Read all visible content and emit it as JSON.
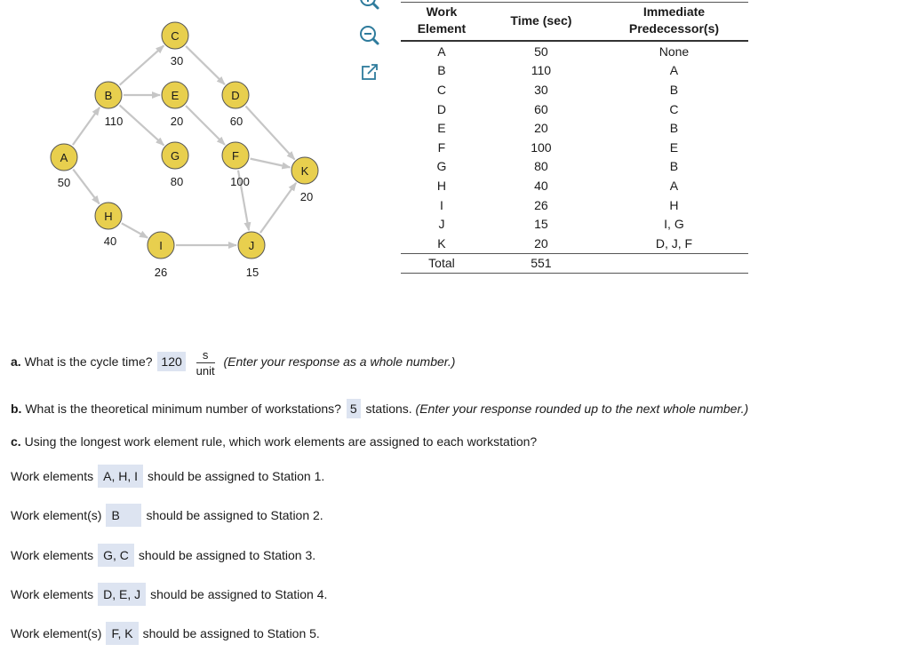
{
  "diagram": {
    "nodes": [
      {
        "id": "A",
        "time": "50"
      },
      {
        "id": "B",
        "time": "110"
      },
      {
        "id": "C",
        "time": "30"
      },
      {
        "id": "D",
        "time": "60"
      },
      {
        "id": "E",
        "time": "20"
      },
      {
        "id": "F",
        "time": "100"
      },
      {
        "id": "G",
        "time": "80"
      },
      {
        "id": "H",
        "time": "40"
      },
      {
        "id": "I",
        "time": "26"
      },
      {
        "id": "J",
        "time": "15"
      },
      {
        "id": "K",
        "time": "20"
      }
    ],
    "edges": [
      [
        "A",
        "B"
      ],
      [
        "A",
        "H"
      ],
      [
        "B",
        "C"
      ],
      [
        "B",
        "E"
      ],
      [
        "B",
        "G"
      ],
      [
        "C",
        "D"
      ],
      [
        "E",
        "F"
      ],
      [
        "D",
        "K"
      ],
      [
        "F",
        "K"
      ],
      [
        "F",
        "J"
      ],
      [
        "H",
        "I"
      ],
      [
        "I",
        "J"
      ],
      [
        "J",
        "K"
      ]
    ]
  },
  "table": {
    "headers": [
      "Work\nElement",
      "Time (sec)",
      "Immediate\nPredecessor(s)"
    ],
    "rows": [
      [
        "A",
        "50",
        "None"
      ],
      [
        "B",
        "110",
        "A"
      ],
      [
        "C",
        "30",
        "B"
      ],
      [
        "D",
        "60",
        "C"
      ],
      [
        "E",
        "20",
        "B"
      ],
      [
        "F",
        "100",
        "E"
      ],
      [
        "G",
        "80",
        "B"
      ],
      [
        "H",
        "40",
        "A"
      ],
      [
        "I",
        "26",
        "H"
      ],
      [
        "J",
        "15",
        "I, G"
      ],
      [
        "K",
        "20",
        "D, J, F"
      ]
    ],
    "total": [
      "Total",
      "551",
      ""
    ]
  },
  "questions": {
    "a": {
      "prefix": "a.",
      "text": "What is the cycle time?",
      "answer": "120",
      "unit_num": "s",
      "unit_den": "unit",
      "hint": "(Enter your response as a whole number.)"
    },
    "b": {
      "prefix": "b.",
      "text": "What is the theoretical minimum number of workstations?",
      "answer": "5",
      "suffix": "stations.",
      "hint": "(Enter your response rounded up to the next whole number.)"
    },
    "c": {
      "prefix": "c.",
      "text": "Using the longest work element rule, which work elements are assigned to each workstation?"
    },
    "stations": [
      {
        "label": "Work elements",
        "value": "A, H, I",
        "suffix": "should be assigned to Station 1."
      },
      {
        "label": "Work element(s)",
        "value": "B",
        "suffix": "should be assigned to Station 2."
      },
      {
        "label": "Work elements",
        "value": "G, C",
        "suffix": "should be assigned to Station 3."
      },
      {
        "label": "Work elements",
        "value": "D, E, J",
        "suffix": "should be assigned to Station 4."
      },
      {
        "label": "Work element(s)",
        "value": "F, K",
        "suffix": "should be assigned to Station 5."
      }
    ]
  },
  "icons": [
    "zoom-in-icon",
    "zoom-out-icon",
    "open-external-icon"
  ],
  "colors": {
    "node_fill": "#e8cf4e",
    "answer_bg": "#dde4f1",
    "edge": "#c6c6c6"
  }
}
